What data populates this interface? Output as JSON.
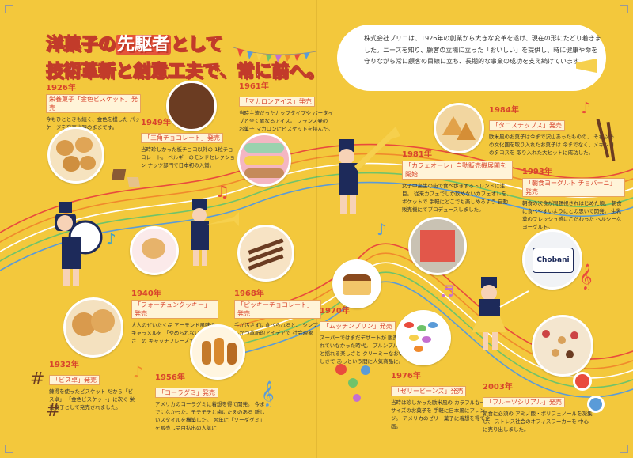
{
  "title": {
    "line1_a": "洋菓子の",
    "line1_b": "先駆者",
    "line1_c": "として",
    "line2": "技術革新と創意工夫で、常に前へ。"
  },
  "intro": "株式会社プリコは、1926年の創業から大きな変革を遂げ、現在の形にたどり着きました。ニーズを知り、顧客の立場に立った「おいしい」を提供し、時に健康や命を守りながら常に顧客の目線に立ち、長期的な事業の成功を支え続けています。",
  "events": [
    {
      "year": "1926年",
      "tag": "栄養菓子「金色ビスケット」発売",
      "desc": "今もひとときも続く、金色を模した パッケージを発売当時のままです。"
    },
    {
      "year": "1949年",
      "tag": "「三角チョコレート」発売",
      "desc": "当時珍しかった板チョコ以外の 1粒チョコレート。 ベルギーのモンドセレクション ナッツ部門で日本初の入賞。"
    },
    {
      "year": "1961年",
      "tag": "「マカロンアイス」発売",
      "desc": "当時主流だったカップタイプや バータイプと全く異なるアイス。 フランス発の お菓子 マカロンにビスケットを挟んだ。"
    },
    {
      "year": "1984年",
      "tag": "「タコスチップス」発売",
      "desc": "欧米風のお菓子は今まで沢山あったものの、 それ以外の文化圏を取り入れたお菓子は 今までなく、メキシコのタコスを 取り入れた大ヒットに成功した。"
    },
    {
      "year": "1981年",
      "tag": "「カフェオーレ」自動販売機展開を開始",
      "desc": "女子中高生の街で食べ歩きするトレンドに注目。 従来カフェでしか飲めないカフェオレを、 ポケットで 手軽にどこでも楽しめるよう 自動販売機にてプロデュースしました。"
    },
    {
      "year": "1993年",
      "tag": "「朝食ヨーグルト チョバーニ」発売",
      "desc": "朝食の次食が問題視されはじめた頃、 朝食に食べやすいようにとの思いで開発。 生乳菓のフレッシュ感にこだわった ヘルシーなヨーグルト。"
    },
    {
      "year": "1940年",
      "tag": "「フォーチュンクッキー」発売",
      "desc": "大人のぜいたく品 アーモンド風味のキャラメルを 「やめられないおいしさ」の キャッチフレーズで販売。"
    },
    {
      "year": "1968年",
      "tag": "「ピッキーチョコレート」発売",
      "desc": "手が汚さずに食べられると、 シンプルかつ革新的アイデアで 社会現象に。"
    },
    {
      "year": "1932年",
      "tag": "「ビス卓」発売",
      "desc": "錬得を使ったビスケット だから「ビス卓」 「金色ビスケット」に次ぐ 栄養菓子として発売されました。"
    },
    {
      "year": "1956年",
      "tag": "「コーラグミ」発売",
      "desc": "アメリカのコーラグミに着想を得て開発。 今までになかった、モチモチと歯にたえのある 新しいスタイルを構築した。 翌年に「ソーダグミ」を販売し品目拡出の人気に"
    },
    {
      "year": "1970年",
      "tag": "「ムッチンプリン」発売",
      "desc": "スーパーではまだデザートが 販売されていなかった時代。 プルンプルンと揺れる楽しさと クリーミーなおいしさで あっという間に人気商品に。"
    },
    {
      "year": "1976年",
      "tag": "「ゼリービーンズ」発売",
      "desc": "当時は珍しかった欧米風の カラフルな一口サイズのお菓子を 手軽に日本風にアレンジ。 アメリカのゼリー菓子に着想を得て企画。"
    },
    {
      "year": "2003年",
      "tag": "「フルーツシリアル」発売",
      "desc": "朝食に必須の アミノ酸・ポリフェノールを凝集し、 ストレス社会のオフィスワーカーを 中心に売り出しました。"
    }
  ],
  "yogurt_label": "Chobani",
  "colors": {
    "bg": "#f3c83c",
    "accent": "#d8442c",
    "staff": [
      "#e94b3c",
      "#f08a2c",
      "#f6d04d",
      "#6fc36a",
      "#5a9bd8",
      "#c46fd0"
    ]
  }
}
